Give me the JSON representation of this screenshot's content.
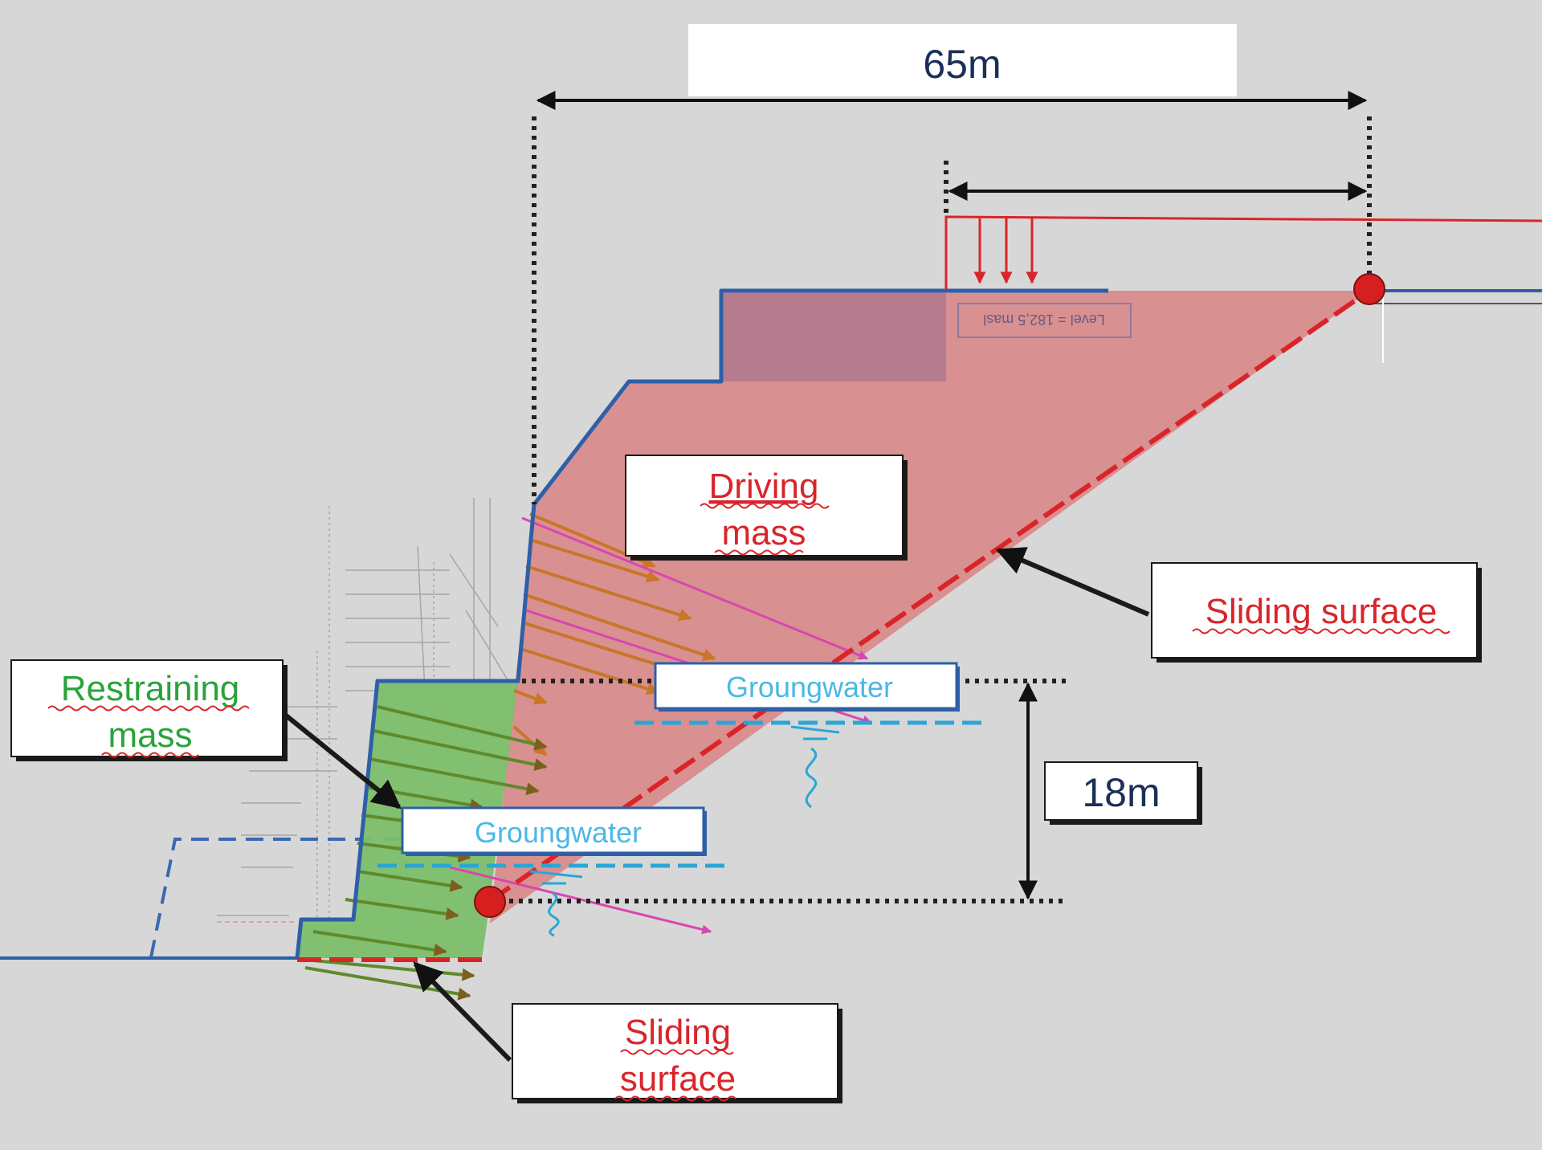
{
  "labels": {
    "width_dimension": "65m",
    "height_dimension": "18m",
    "driving_mass_line1": "Driving",
    "driving_mass_line2": "mass",
    "restraining_mass_line1": "Restraining",
    "restraining_mass_line2": "mass",
    "sliding_surface_right": "Sliding surface",
    "sliding_surface_bottom_line1": "Sliding",
    "sliding_surface_bottom_line2": "surface",
    "groundwater_upper": "Groungwater",
    "groundwater_lower": "Groungwater",
    "level_tag": "Level = 182,5 masl"
  },
  "colors": {
    "background": "#d7d7d7",
    "driving_mass_fill": "#d98a8a",
    "restraining_mass_fill": "#7cbf6c",
    "slope_outline": "#2e5fa8",
    "sliding_surface": "#d9252a",
    "groundwater": "#2aa6d6",
    "dimension_text": "#1b2f57",
    "restraining_text": "#2aa33a",
    "driving_text": "#d9252a",
    "load": "#d9252a",
    "anchors": "#d9822b",
    "anchors_pink": "#d946b0"
  }
}
